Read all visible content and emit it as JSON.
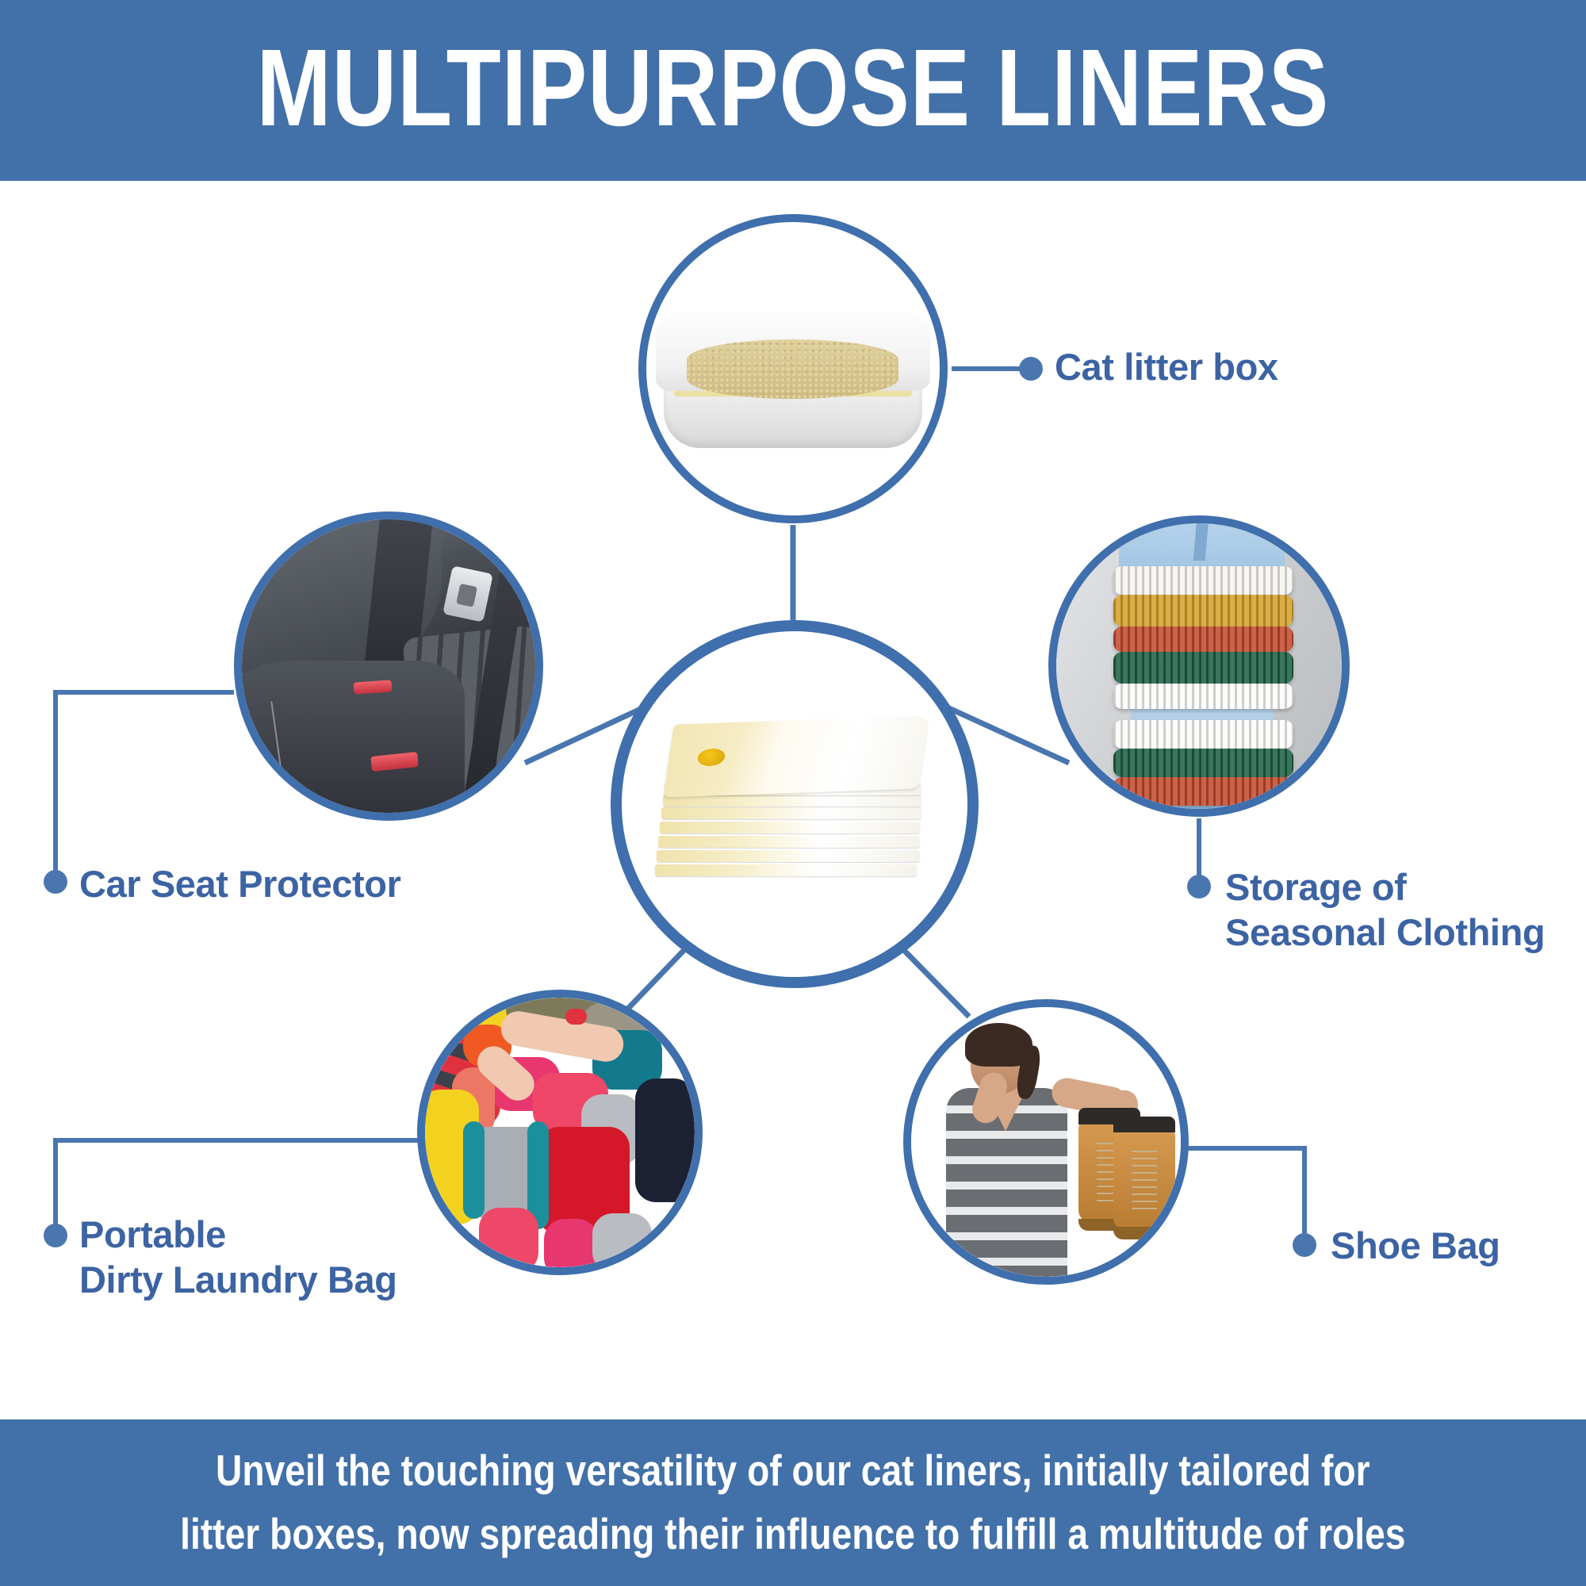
{
  "header": {
    "title": "MULTIPURPOSE LINERS",
    "background_color": "#4270A8",
    "text_color": "#FFFFFF"
  },
  "footer": {
    "text": "Unveil the touching versatility of our cat liners, initially tailored for\nlitter boxes, now spreading their influence to fulfill a multitude of roles",
    "background_color": "#4270A8",
    "text_color": "#FFFFFF"
  },
  "theme": {
    "accent_blue": "#3F6FAC",
    "label_blue": "#3C63A3",
    "connector_blue": "#4A76AF",
    "page_background": "#FFFFFF"
  },
  "diagram": {
    "center": {
      "name": "multipurpose-liners-product",
      "image_alt": "stack of cream and yellow plastic liner sheets"
    },
    "nodes": [
      {
        "id": "cat-litter-box",
        "label": "Cat litter box",
        "image_alt": "litter box lined with white plastic liner filled with cat litter",
        "label_position": "right"
      },
      {
        "id": "storage-of-seasonal-clothing",
        "label": "Storage of\nSeasonal Clothing",
        "image_alt": "person holding a stack of folded knit sweaters",
        "label_position": "below"
      },
      {
        "id": "shoe-bag",
        "label": "Shoe Bag",
        "image_alt": "woman pinching her nose holding a pair of tan work boots",
        "label_position": "right"
      },
      {
        "id": "portable-dirty-laundry-bag",
        "label": "Portable\nDirty Laundry Bag",
        "image_alt": "person carrying an armful of colorful dirty laundry",
        "label_position": "left"
      },
      {
        "id": "car-seat-protector",
        "label": "Car Seat Protector",
        "image_alt": "grey leather rear car seats with seat belt buckle",
        "label_position": "left"
      }
    ]
  }
}
